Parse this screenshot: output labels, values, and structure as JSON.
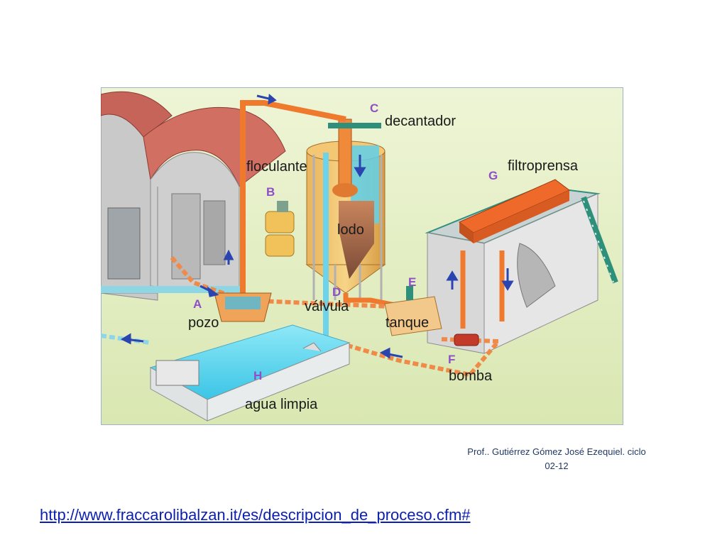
{
  "diagram": {
    "labels": {
      "decantador": "decantador",
      "floculante": "floculante",
      "filtroprensa": "filtroprensa",
      "lodo": "lodo",
      "valvula": "válvula",
      "pozo": "pozo",
      "tanque": "tanque",
      "bomba": "bomba",
      "agua_limpia": "agua limpia"
    },
    "letters": {
      "A": "A",
      "B": "B",
      "C": "C",
      "D": "D",
      "E": "E",
      "F": "F",
      "G": "G",
      "H": "H"
    },
    "colors": {
      "pipe": "#ef7a2e",
      "water": "#5fd6ee",
      "ground": "#dfe9b9",
      "roof": "#c8645a",
      "letter": "#8e4fc7",
      "arrow": "#2a45b0"
    }
  },
  "footer": {
    "credit_line1": "Prof.. Gutiérrez Gómez José Ezequiel. ciclo",
    "credit_line2": "02-12",
    "url": "http://www.fraccarolibalzan.it/es/descripcion_de_proceso.cfm#"
  }
}
